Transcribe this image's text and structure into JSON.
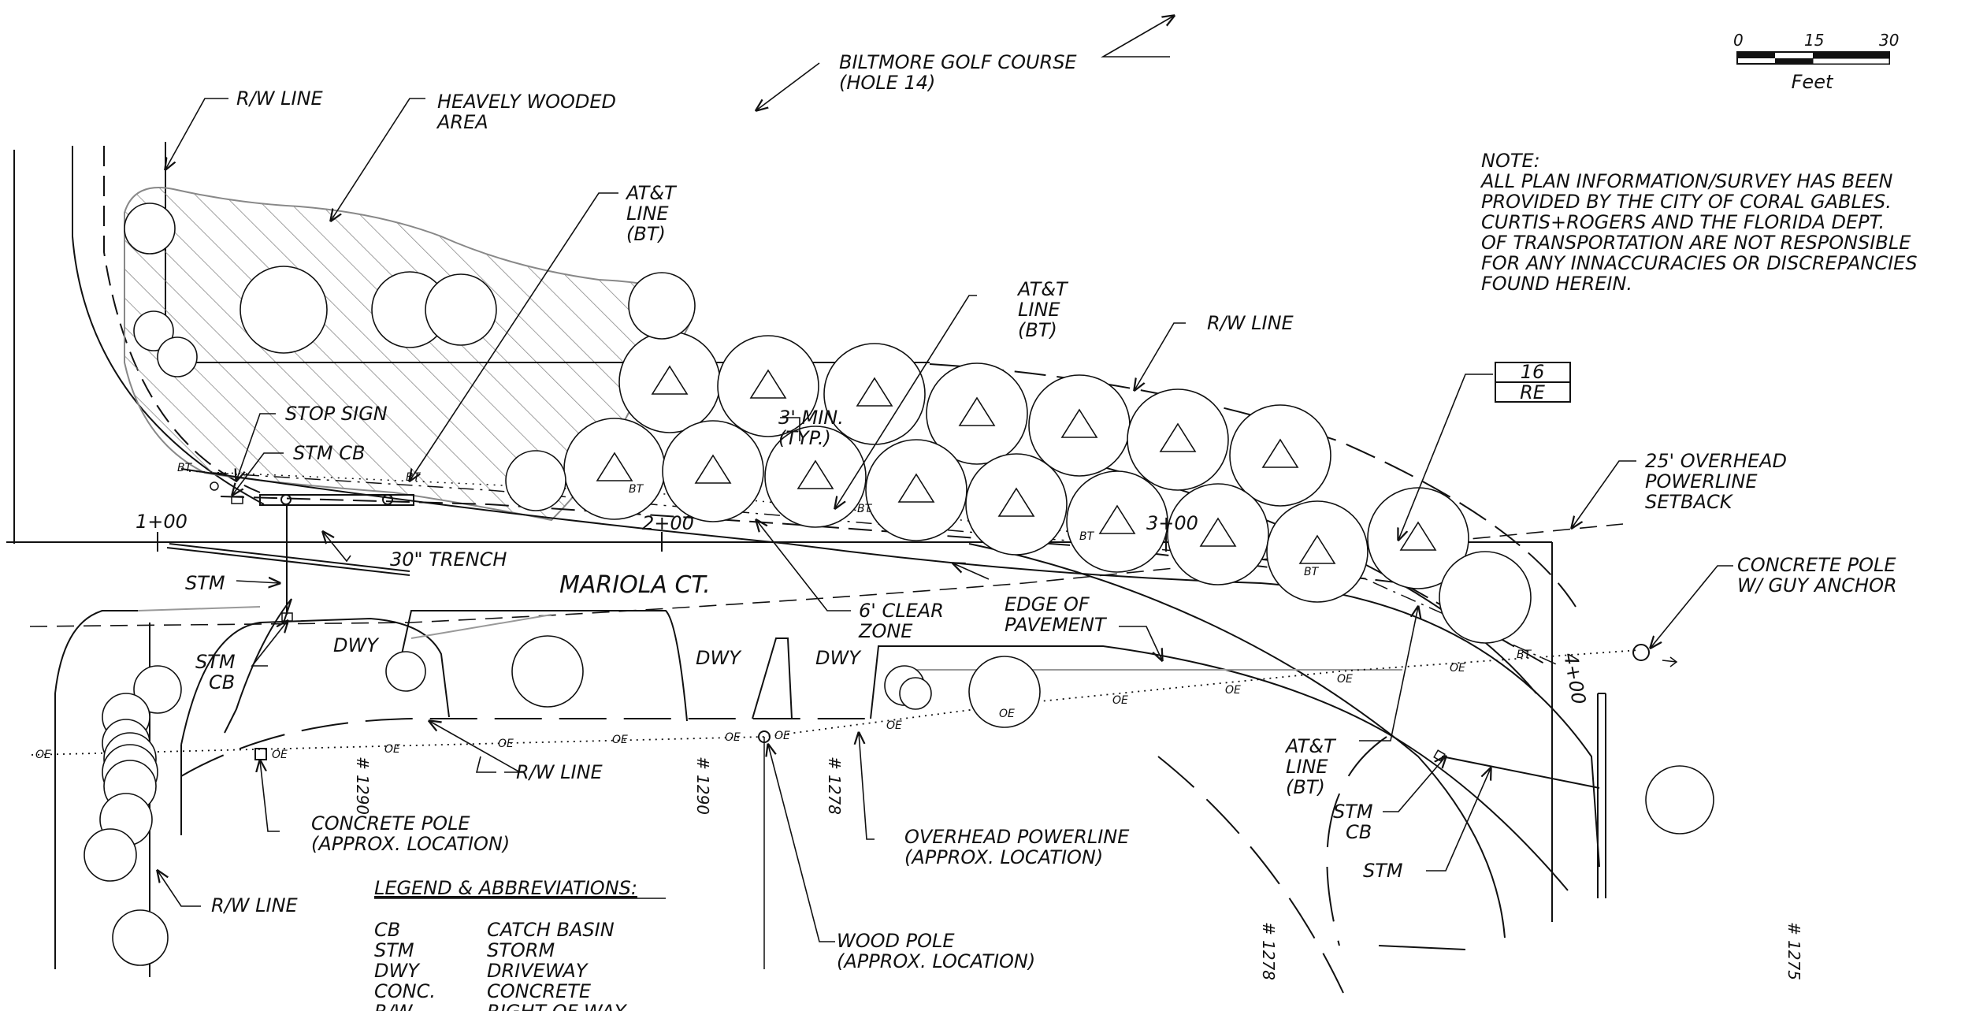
{
  "sheet": {
    "street_name": "MARIOLA CT.",
    "golf_course": [
      "BILTMORE GOLF COURSE",
      "(HOLE 14)"
    ],
    "wooded_area": [
      "HEAVELY WOODED",
      "AREA"
    ],
    "rw_line": "R/W LINE",
    "att_line": [
      "AT&T",
      "LINE",
      "(BT)"
    ],
    "stop_sign": "STOP SIGN",
    "stm_cb": "STM CB",
    "stm": "STM",
    "cb": "CB",
    "trench": "30\" TRENCH",
    "min_clear": [
      "3' MIN.",
      "(TYP.)"
    ],
    "clear_zone": [
      "6' CLEAR",
      "ZONE"
    ],
    "edge_of_pavement": [
      "EDGE OF",
      "PAVEMENT"
    ],
    "setback": [
      "25' OVERHEAD",
      "POWERLINE",
      "SETBACK"
    ],
    "concrete_pole_guy": [
      "CONCRETE POLE",
      "W/ GUY ANCHOR"
    ],
    "concrete_pole_approx": [
      "CONCRETE POLE",
      "(APPROX. LOCATION)"
    ],
    "overhead_powerline": [
      "OVERHEAD POWERLINE",
      "(APPROX. LOCATION)"
    ],
    "wood_pole": [
      "WOOD POLE",
      "(APPROX. LOCATION)"
    ],
    "dwy": "DWY",
    "tag_top": "16",
    "tag_bottom": "RE",
    "stations": [
      "1+00",
      "2+00",
      "3+00",
      "4+00"
    ],
    "house_numbers": [
      "# 1290",
      "# 1290",
      "# 1278",
      "# 1278",
      "# 1275"
    ],
    "oe": "OE",
    "bt": "BT",
    "scale": {
      "ticks": [
        "0",
        "15",
        "30"
      ],
      "unit": "Feet"
    },
    "note": {
      "title": "NOTE:",
      "lines": [
        "ALL PLAN INFORMATION/SURVEY HAS BEEN",
        "PROVIDED BY THE CITY OF CORAL GABLES.",
        "CURTIS+ROGERS AND THE FLORIDA DEPT.",
        "OF TRANSPORTATION ARE NOT RESPONSIBLE",
        "FOR ANY INNACCURACIES OR DISCREPANCIES",
        "FOUND HEREIN."
      ]
    },
    "legend": {
      "title": "LEGEND & ABBREVIATIONS:",
      "rows": [
        {
          "abbr": "CB",
          "meaning": "CATCH BASIN"
        },
        {
          "abbr": "STM",
          "meaning": "STORM"
        },
        {
          "abbr": "DWY",
          "meaning": "DRIVEWAY"
        },
        {
          "abbr": "CONC.",
          "meaning": "CONCRETE"
        },
        {
          "abbr": "R/W",
          "meaning": "RIGHT OF WAY"
        }
      ]
    }
  }
}
